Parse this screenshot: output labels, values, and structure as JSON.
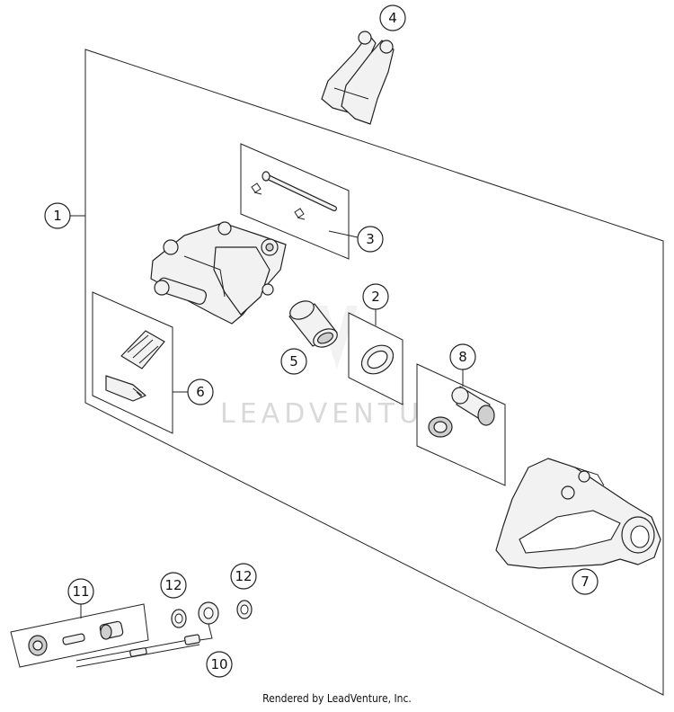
{
  "callouts": [
    {
      "id": "1",
      "label": "1"
    },
    {
      "id": "2",
      "label": "2"
    },
    {
      "id": "3",
      "label": "3"
    },
    {
      "id": "4",
      "label": "4"
    },
    {
      "id": "5",
      "label": "5"
    },
    {
      "id": "6",
      "label": "6"
    },
    {
      "id": "7",
      "label": "7"
    },
    {
      "id": "8",
      "label": "8"
    },
    {
      "id": "10",
      "label": "10"
    },
    {
      "id": "11",
      "label": "11"
    },
    {
      "id": "12a",
      "label": "12"
    },
    {
      "id": "12b",
      "label": "12"
    }
  ],
  "watermark": "LEADVENTURE",
  "credit": "Rendered by LeadVenture, Inc."
}
